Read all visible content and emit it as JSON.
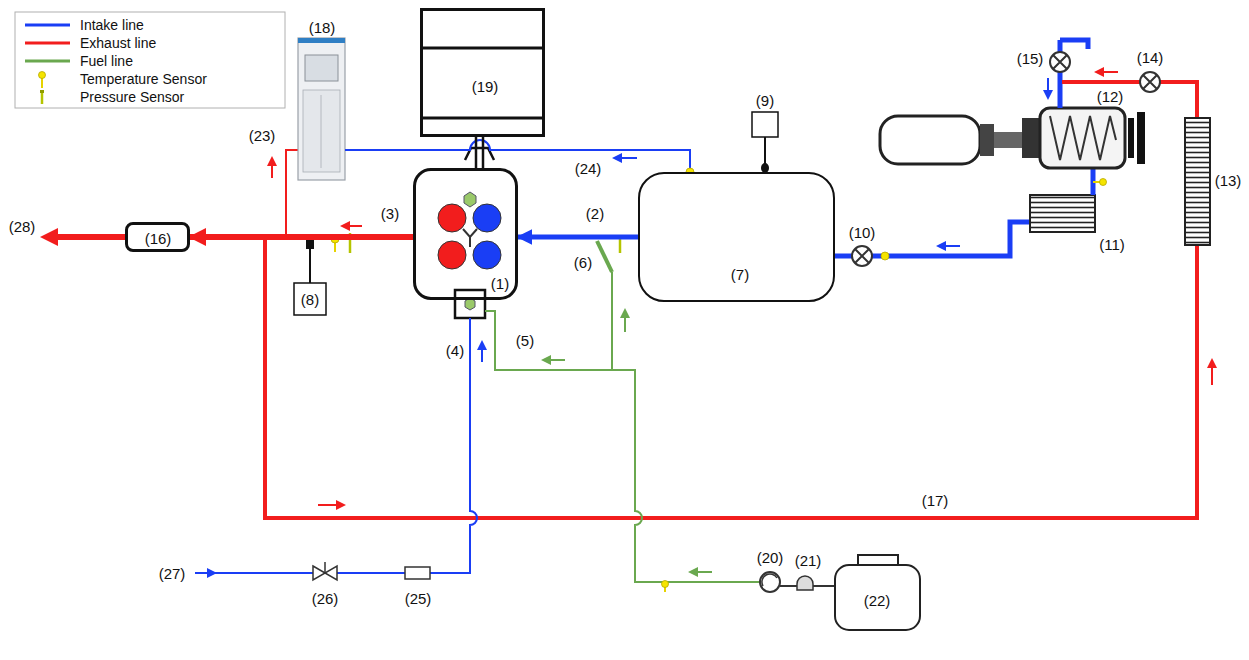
{
  "diagram": {
    "nodes": [
      {
        "text": [
          "(19)"
        ]
      },
      {
        "text": [
          "(1)"
        ]
      },
      {
        "text": [
          "(7)"
        ]
      },
      {
        "text": [
          "(16)"
        ]
      }
    ],
    "edges": [
      {
        "from": 2,
        "to": 1,
        "arrow": "to"
      },
      {
        "from": 1,
        "to": 3,
        "arrow": "to"
      },
      {
        "from": 1,
        "to": 0,
        "arrow": "none"
      }
    ],
    "labels": [
      "(18)",
      "(9)",
      "(24)",
      "(15)",
      "(14)",
      "(12)",
      "(13)",
      "(11)",
      "(10)",
      "(23)",
      "(28)",
      "(3)",
      "(2)",
      "(6)",
      "(8)",
      "(5)",
      "(4)",
      "(17)",
      "(20)",
      "(21)",
      "(22)",
      "(27)",
      "(26)",
      "(25)"
    ],
    "legend": [
      {
        "text": "Intake line"
      },
      {
        "text": "Exhaust line"
      },
      {
        "text": "Fuel line"
      },
      {
        "text": "Temperature Sensor"
      },
      {
        "text": "Pressure Sensor"
      }
    ]
  }
}
